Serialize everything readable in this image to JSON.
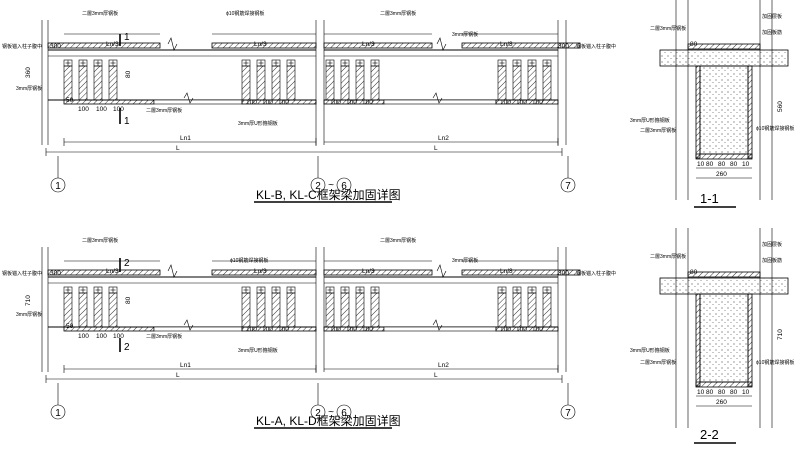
{
  "top_view": {
    "labels": {
      "plate_left": "二層3mm厚钢板",
      "plate_mid": "ϕ10钢筋焊接钢板",
      "plate_right": "二層3mm厚钢板",
      "anchor_left": "钢板锚入柱子腹中",
      "anchor_right": "钢板锚入柱子腹中",
      "side_left": "3mm厚钢板",
      "side_right": "3mm厚钢板",
      "bottom_plate": "二層3mm厚钢板",
      "u_hoop": "3mm厚U形箍钢板"
    },
    "dims": {
      "d300_l": "300",
      "d300_r": "300",
      "h1": "360",
      "d80": "80",
      "d50": "50",
      "d100": "100",
      "ln3": "Ln/3",
      "ln1": "Ln1",
      "ln2": "Ln2",
      "L": "L"
    },
    "section_marks": {
      "top": "1",
      "bottom": "1"
    },
    "axes": [
      "1",
      "2",
      "6",
      "7"
    ],
    "axis_sep": "~",
    "caption": "KL-B, KL-C框架梁加固详图"
  },
  "bottom_view": {
    "labels": {
      "plate_left": "二層3mm厚钢板",
      "plate_mid": "ϕ10钢筋焊接钢板",
      "plate_right": "二層3mm厚钢板",
      "anchor_left": "钢板锚入柱子腹中",
      "anchor_right": "钢板锚入柱子腹中",
      "side_left": "3mm厚钢板",
      "side_right": "3mm厚钢板",
      "bottom_plate": "二層3mm厚钢板",
      "u_hoop": "3mm厚U形箍钢板"
    },
    "dims": {
      "d300_l": "300",
      "d300_r": "300",
      "h1": "710",
      "d80": "80",
      "d50": "50",
      "d100": "100",
      "ln3": "Ln/3",
      "ln1": "Ln1",
      "ln2": "Ln2",
      "L": "L"
    },
    "section_marks": {
      "top": "2",
      "bottom": "2"
    },
    "axes": [
      "1",
      "2",
      "6",
      "7"
    ],
    "axis_sep": "~",
    "caption": "KL-A, KL-D框架梁加固详图"
  },
  "section_1": {
    "labels": {
      "top_plate": "二層3mm厚钢板",
      "slab_l1": "加固层板",
      "slab_l2": "加固板筋",
      "u_hoop": "3mm厚U形箍钢板",
      "bottom_plate": "二層3mm厚钢板",
      "weld": "ϕ10钢筋焊接钢板"
    },
    "dims": {
      "top": "80",
      "height": "560",
      "segs": [
        "10",
        "80",
        "80",
        "80",
        "10"
      ],
      "width": "260"
    },
    "caption": "1-1"
  },
  "section_2": {
    "labels": {
      "top_plate": "二層3mm厚钢板",
      "slab_l1": "加固层板",
      "slab_l2": "加固板筋",
      "u_hoop": "3mm厚U形箍钢板",
      "bottom_plate": "二層3mm厚钢板",
      "weld": "ϕ10钢筋焊接钢板"
    },
    "dims": {
      "top": "80",
      "height": "710",
      "segs": [
        "10",
        "80",
        "80",
        "80",
        "10"
      ],
      "width": "260"
    },
    "caption": "2-2"
  }
}
